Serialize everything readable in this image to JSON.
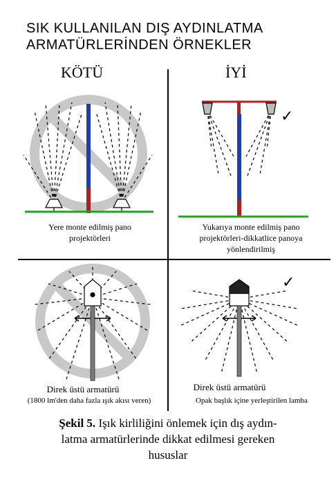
{
  "title": {
    "line1": "SIK KULLANILAN DIŞ AYDINLATMA",
    "line2": "ARMATÜRLERİNDEN ÖRNEKLER"
  },
  "headings": {
    "bad": "KÖTÜ",
    "good": "İYİ"
  },
  "panels": {
    "p1": {
      "caption_line1": "Yere monte edilmiş pano",
      "caption_line2": "projektörleri"
    },
    "p2": {
      "caption_line1": "Yukarıya monte edilmiş pano",
      "caption_line2": "projektörleri-dikkatlice panoya",
      "caption_line3": "yönlendirilmiş"
    },
    "p3": {
      "caption_line1": "Direk üstü armatürü",
      "caption_line2": "(1800 lm'den daha fazla ışık akısı veren)"
    },
    "p4": {
      "caption_line1": "Direk üstü armatürü",
      "caption_line2": "Opak başlık içine yerleştirilen lamba"
    }
  },
  "checkmark": "✓",
  "figure_caption": {
    "label": "Şekil 5.",
    "line1": " Işık kirliliğini önlemek için dış aydın-",
    "line2": "latma armatürlerinde dikkat edilmesi gereken",
    "line3": "hususlar"
  },
  "colors": {
    "pole_blue": "#1f3fa8",
    "pole_red": "#b02020",
    "ground_green": "#22a022",
    "prohibit_gray": "#c8c8c8",
    "pole_gray": "#7a7a7a"
  }
}
